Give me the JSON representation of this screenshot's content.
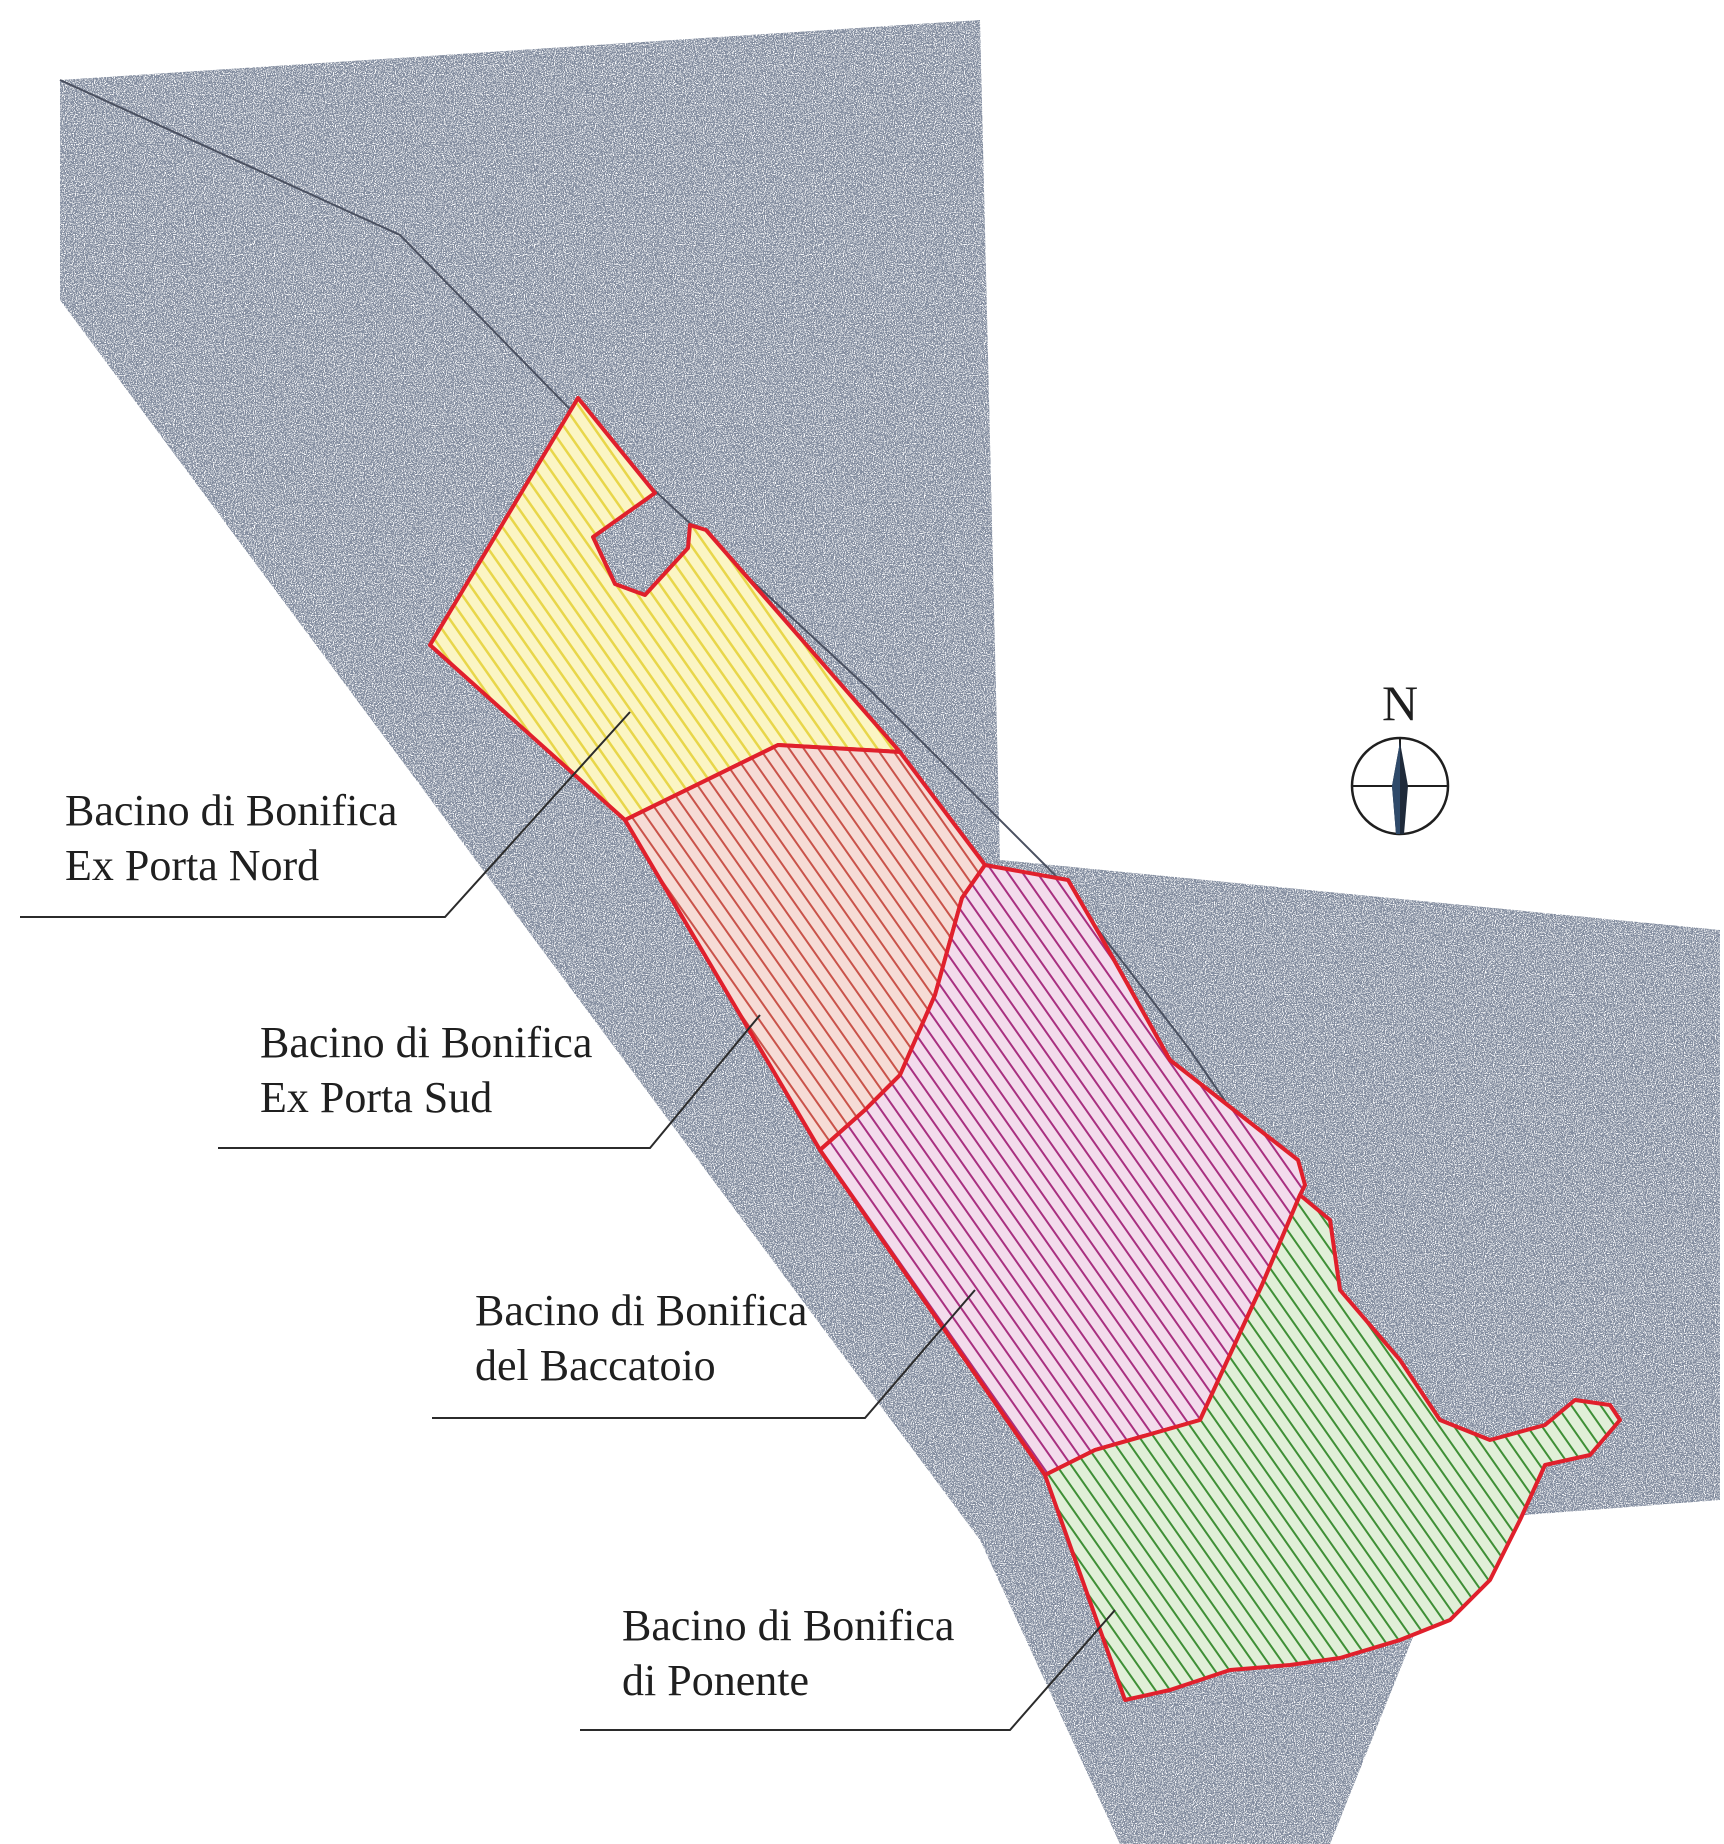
{
  "north_arrow": {
    "letter": "N",
    "icon": "north-arrow-icon"
  },
  "colors": {
    "boundary": "#e0202c",
    "urban_texture": "#3a4457",
    "yellow_fill": "#f3e56a",
    "red_fill": "#d86a5a",
    "purple_fill": "#b0358a",
    "green_fill": "#3f9a3a",
    "leader_line": "#2b2b2b"
  },
  "basins": [
    {
      "id": "ex-porta-nord",
      "line1": "Bacino di Bonifica",
      "line2": "Ex Porta Nord",
      "color_key": "yellow_fill"
    },
    {
      "id": "ex-porta-sud",
      "line1": "Bacino di Bonifica",
      "line2": "Ex Porta Sud",
      "color_key": "red_fill"
    },
    {
      "id": "baccatoio",
      "line1": "Bacino di Bonifica",
      "line2": "del Baccatoio",
      "color_key": "purple_fill"
    },
    {
      "id": "ponente",
      "line1": "Bacino di Bonifica",
      "line2": "di Ponente",
      "color_key": "green_fill"
    }
  ]
}
